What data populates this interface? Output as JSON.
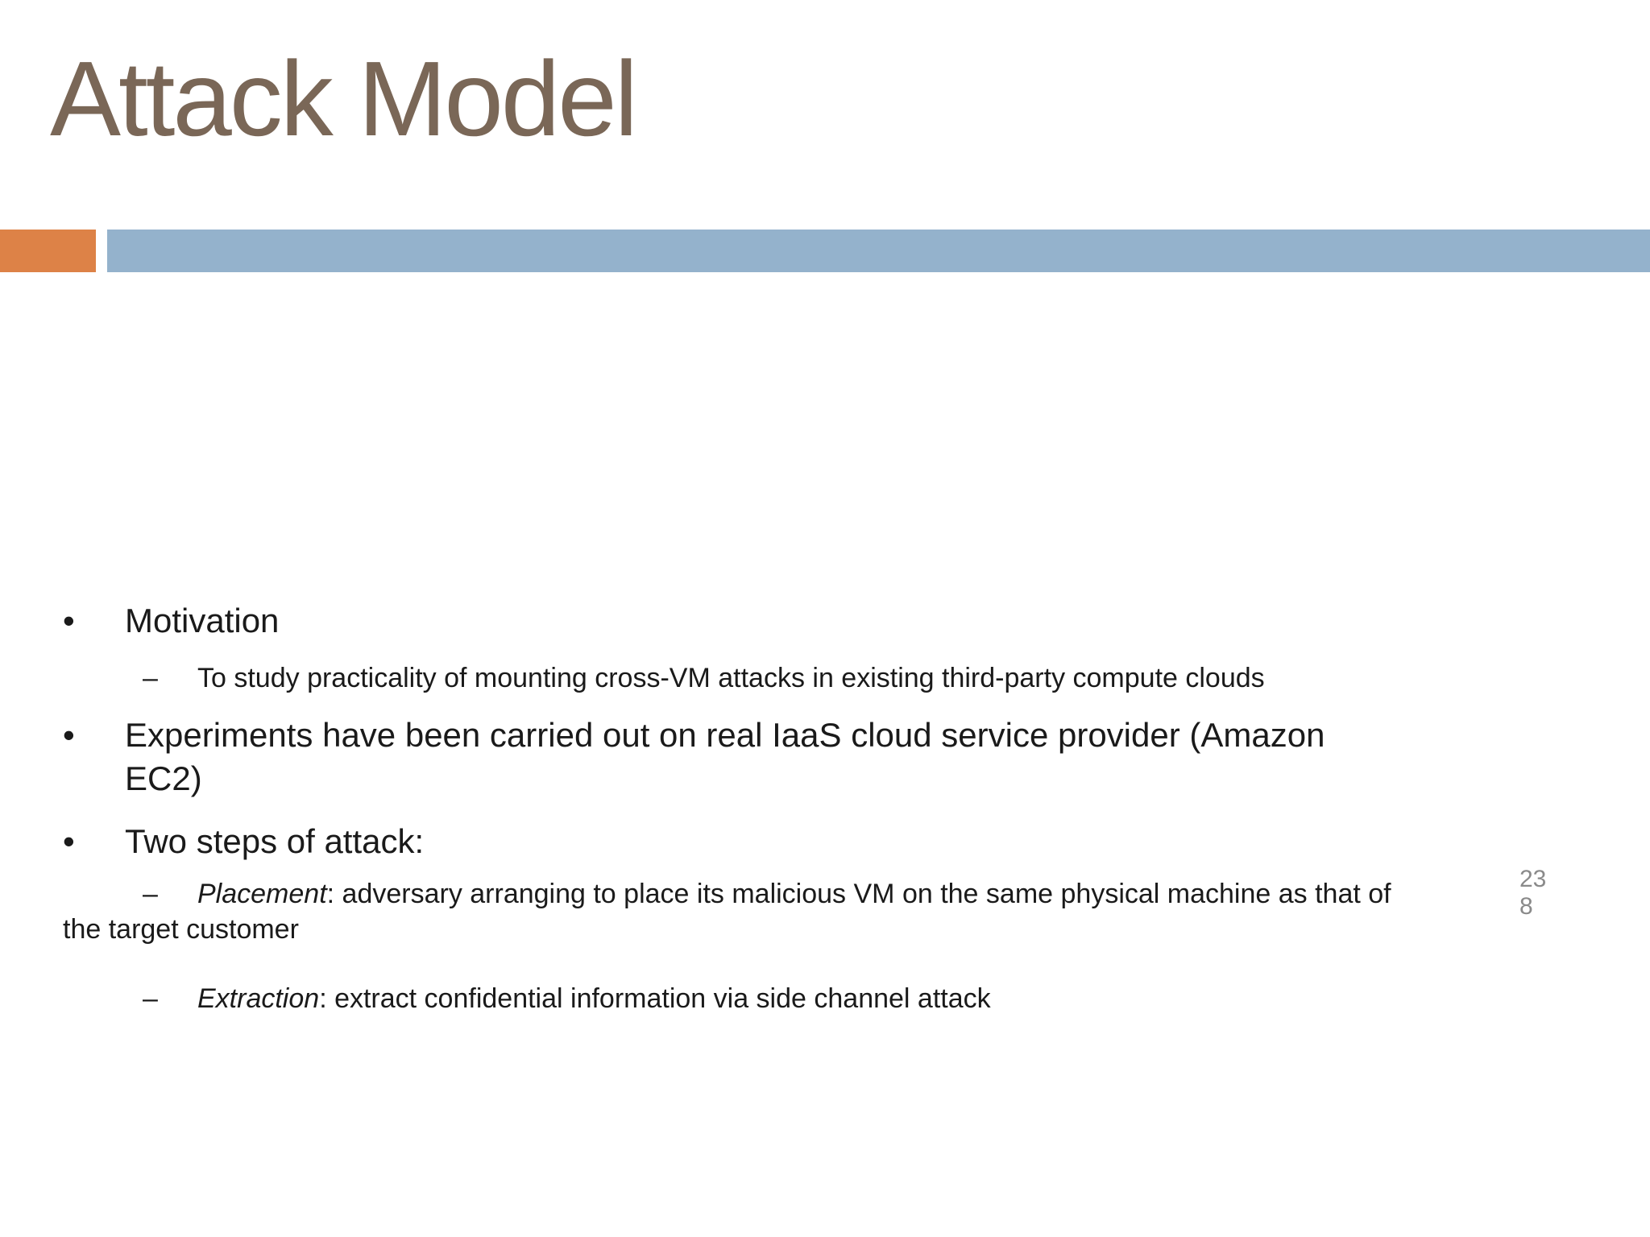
{
  "title": "Attack Model",
  "colors": {
    "background": "#FFFFFF",
    "accent_orange": "#DD8247",
    "accent_blue": "#94B2CC",
    "title_text": "#7A6757",
    "body_text": "#1A1A1A",
    "page_number": "#8A8A8A"
  },
  "markers": {
    "level1": "•",
    "level2": "–"
  },
  "bullets": {
    "motivation": {
      "text": "Motivation"
    },
    "motivation_sub": {
      "text": "To study practicality of mounting cross-VM attacks in existing third-party compute clouds"
    },
    "experiments": {
      "line1": "Experiments have been carried out on real IaaS cloud service provider (Amazon",
      "line2": "EC2)"
    },
    "two_steps": {
      "text": "Two steps of attack:"
    },
    "placement": {
      "lead": "Placement",
      "rest": ": adversary arranging to place its malicious VM on the same physical machine as that of",
      "wrap": "the target customer"
    },
    "extraction": {
      "lead": "Extraction",
      "rest": ": extract confidential information via side channel attack"
    }
  },
  "page_number": {
    "lines": [
      "23",
      "8"
    ]
  }
}
